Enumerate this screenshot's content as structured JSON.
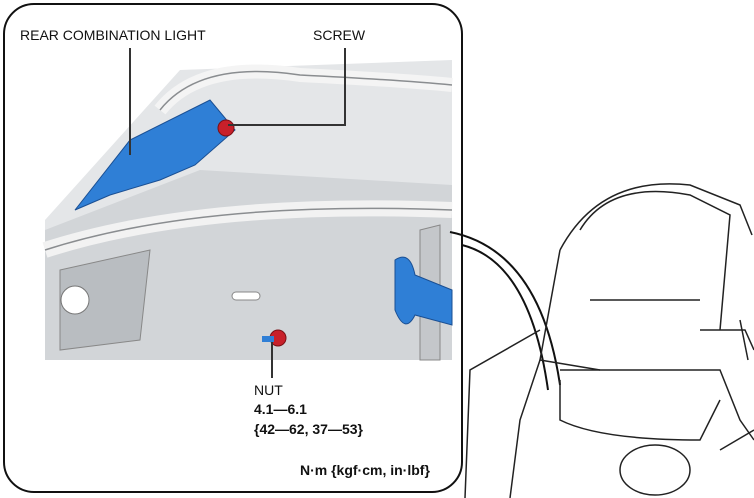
{
  "labels": {
    "rear_combination_light": "REAR COMBINATION LIGHT",
    "screw": "SCREW",
    "nut": "NUT",
    "nut_torque_nm": "4.1—6.1",
    "nut_torque_other": "{42—62, 37—53}",
    "units": "N·m {kgf·cm, in·lbf}"
  },
  "colors": {
    "light_highlight": "#2f7fd6",
    "fastener_highlight": "#c8202a"
  }
}
